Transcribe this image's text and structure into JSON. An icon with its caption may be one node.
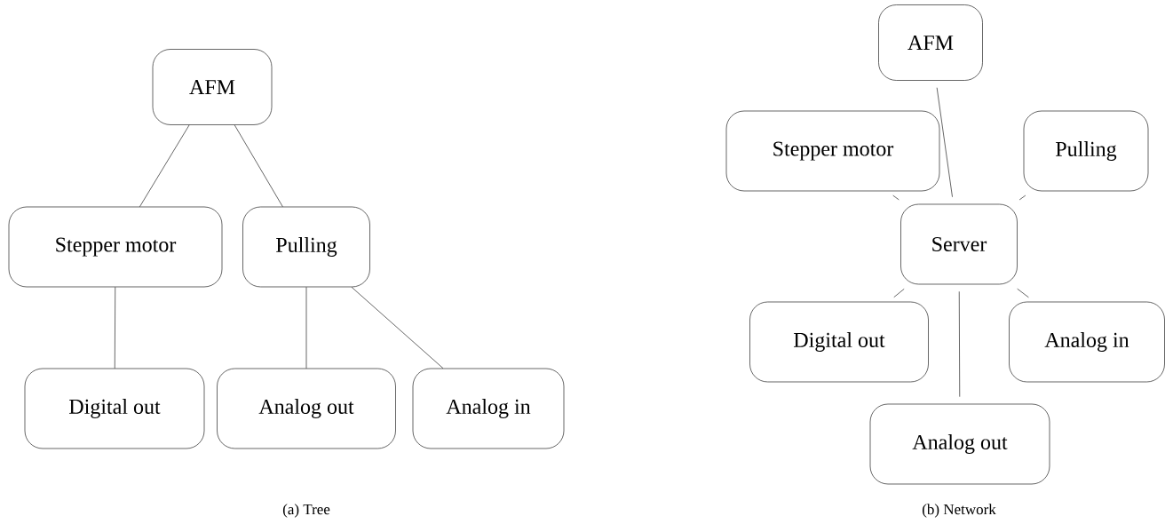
{
  "diagram": {
    "nodes": [
      {
        "text": [
          "AFM"
        ]
      },
      {
        "text": [
          "Stepper motor"
        ]
      },
      {
        "text": [
          "Pulling"
        ]
      },
      {
        "text": [
          "Digital out"
        ]
      },
      {
        "text": [
          "Analog out"
        ]
      },
      {
        "text": [
          "Analog in"
        ]
      },
      {
        "text": [
          "AFM"
        ]
      },
      {
        "text": [
          "Stepper motor"
        ]
      },
      {
        "text": [
          "Pulling"
        ]
      },
      {
        "text": [
          "Server"
        ]
      },
      {
        "text": [
          "Digital out"
        ]
      },
      {
        "text": [
          "Analog in"
        ]
      },
      {
        "text": [
          "Analog out"
        ]
      }
    ],
    "edges": [
      {
        "from": 0,
        "to": 1,
        "arrow": "none"
      },
      {
        "from": 0,
        "to": 2,
        "arrow": "none"
      },
      {
        "from": 1,
        "to": 3,
        "arrow": "none"
      },
      {
        "from": 2,
        "to": 4,
        "arrow": "none"
      },
      {
        "from": 2,
        "to": 5,
        "arrow": "none"
      },
      {
        "from": 6,
        "to": 9,
        "arrow": "none"
      },
      {
        "from": 7,
        "to": 9,
        "arrow": "none"
      },
      {
        "from": 8,
        "to": 9,
        "arrow": "none"
      },
      {
        "from": 9,
        "to": 10,
        "arrow": "none"
      },
      {
        "from": 9,
        "to": 11,
        "arrow": "none"
      },
      {
        "from": 9,
        "to": 12,
        "arrow": "none"
      }
    ],
    "labels": [
      "(a) Tree",
      "(b) Network"
    ]
  }
}
